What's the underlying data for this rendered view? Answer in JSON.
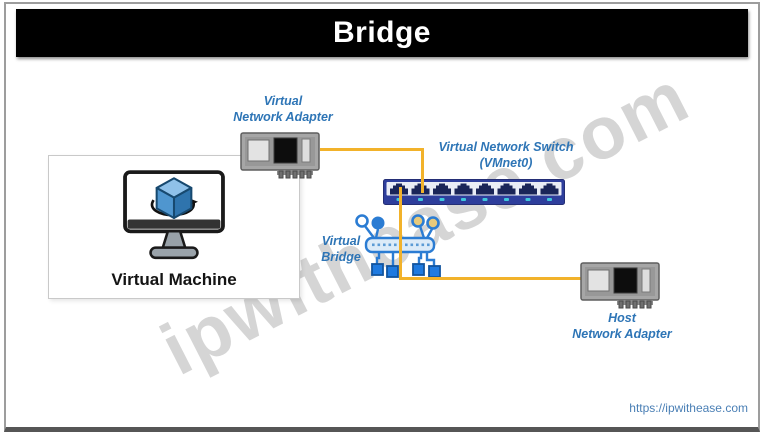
{
  "title": "Bridge",
  "watermark": "ipwithease.com",
  "footer": {
    "url": "https://ipwithease.com"
  },
  "diagram": {
    "virtual_machine": {
      "label": "Virtual Machine"
    },
    "virtual_network_adapter": {
      "line1": "Virtual",
      "line2": "Network Adapter"
    },
    "virtual_network_switch": {
      "line1": "Virtual Network Switch",
      "line2": "(VMnet0)"
    },
    "virtual_bridge": {
      "line1": "Virtual",
      "line2": "Bridge"
    },
    "host_network_adapter": {
      "line1": "Host",
      "line2": "Network Adapter"
    }
  },
  "colors": {
    "wire": "#F2B22A",
    "label_blue": "#2E75B6",
    "switch_body": "#2E3E9C",
    "switch_port": "#1A2558",
    "port_led": "#3FC8DC",
    "bridge_blue": "#2B7CD3",
    "title_bg": "#000000",
    "title_fg": "#FFFFFF"
  }
}
